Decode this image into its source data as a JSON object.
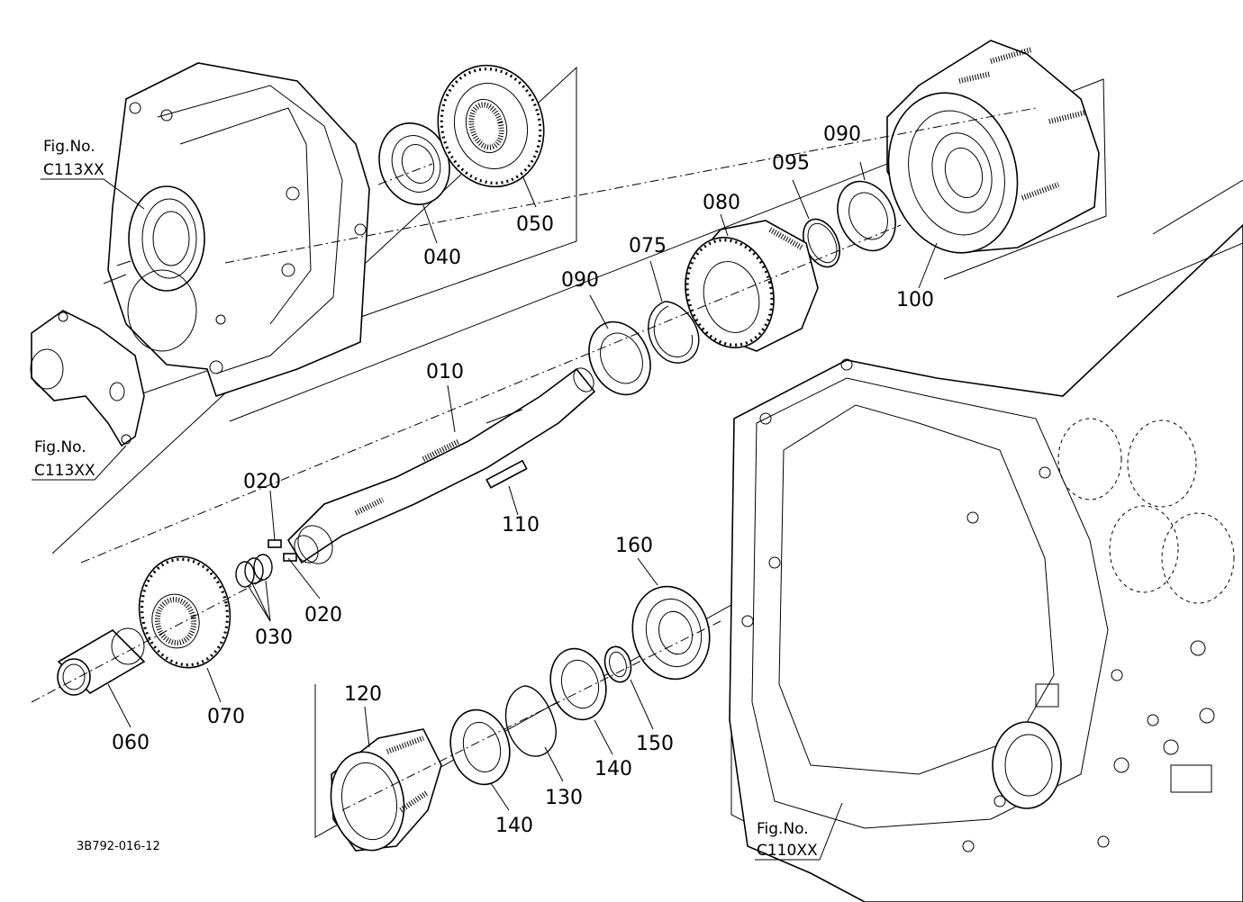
{
  "part_labels": {
    "p010": "010",
    "p020a": "020",
    "p020b": "020",
    "p030": "030",
    "p040": "040",
    "p050": "050",
    "p060": "060",
    "p070": "070",
    "p075": "075",
    "p080": "080",
    "p090a": "090",
    "p090b": "090",
    "p095": "095",
    "p100": "100",
    "p110": "110",
    "p120": "120",
    "p130": "130",
    "p140a": "140",
    "p140b": "140",
    "p150": "150",
    "p160": "160"
  },
  "figure_refs": {
    "ref1": {
      "line1": "Fig.No.",
      "line2": "C113XX"
    },
    "ref2": {
      "line1": "Fig.No.",
      "line2": "C113XX"
    },
    "ref3": {
      "line1": "Fig.No.",
      "line2": "C110XX"
    }
  },
  "drawing_code": "3B792-016-12"
}
